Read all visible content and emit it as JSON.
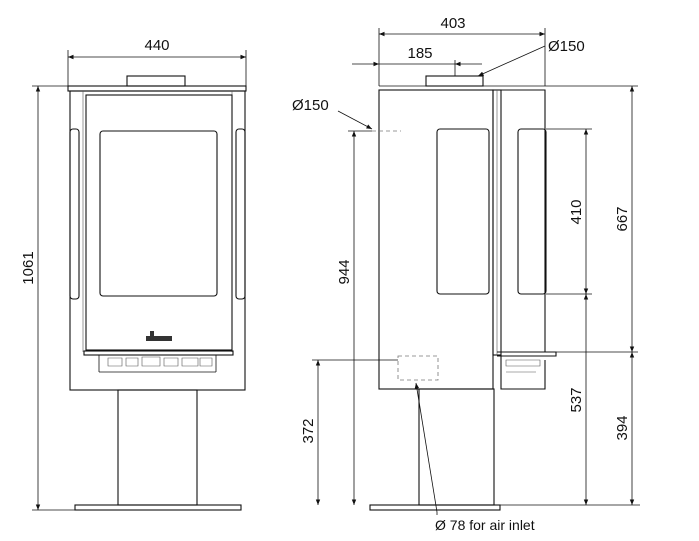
{
  "dimensions": {
    "front_width": "440",
    "total_height": "1061",
    "side_depth": "403",
    "flue_offset": "185",
    "top_flue_diameter": "Ø150",
    "rear_flue_diameter": "Ø150",
    "rear_flue_height": "944",
    "air_inlet_height": "372",
    "door_glass_height": "410",
    "upper_height": "667",
    "base_height_front": "537",
    "base_height_rear": "394"
  },
  "notes": {
    "air_inlet": "Ø 78 for air inlet"
  }
}
